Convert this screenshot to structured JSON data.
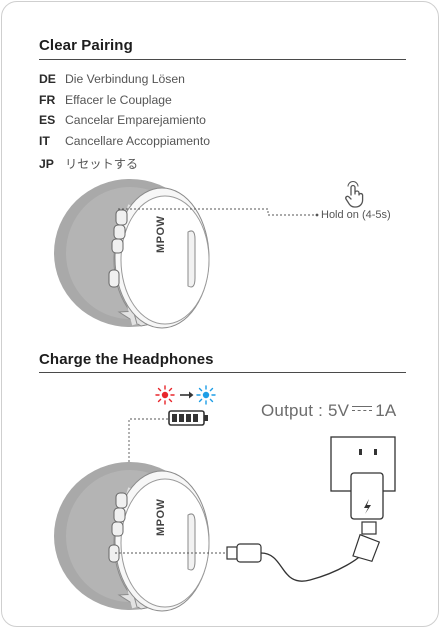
{
  "clear_pairing": {
    "title": "Clear Pairing",
    "languages": [
      {
        "code": "DE",
        "text": "Die Verbindung Lösen"
      },
      {
        "code": "FR",
        "text": "Effacer le Couplage"
      },
      {
        "code": "ES",
        "text": "Cancelar Emparejamiento"
      },
      {
        "code": "IT",
        "text": "Cancellare Accoppiamento"
      },
      {
        "code": "JP",
        "text": "リセットする"
      }
    ],
    "callout": "Hold on (4-5s)",
    "logo": "MPOW",
    "hand_icon": "hand-press-icon"
  },
  "charge": {
    "title": "Charge the Headphones",
    "output_prefix": "Output : 5V",
    "output_suffix": "1A",
    "led_colors": {
      "charging": "#e8262b",
      "charged": "#1e9ee6"
    },
    "logo": "MPOW",
    "icons": [
      "led-red-icon",
      "arrow-right-icon",
      "led-blue-icon",
      "battery-icon",
      "wall-adapter-icon",
      "usb-cable-icon"
    ]
  }
}
